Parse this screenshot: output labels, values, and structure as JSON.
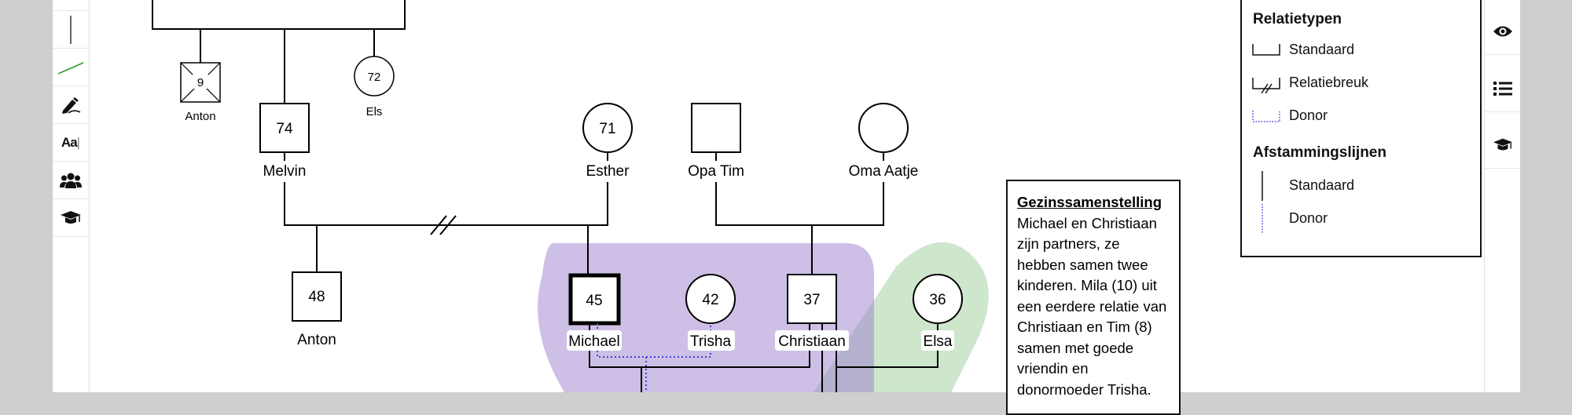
{
  "toolbar": {
    "tools": [
      {
        "name": "line-tool",
        "icon": "vertical-line-icon"
      },
      {
        "name": "green-line-tool",
        "icon": "diagonal-line-icon"
      },
      {
        "name": "pen-tool",
        "icon": "pen-icon"
      },
      {
        "name": "text-tool",
        "icon": "text-icon",
        "label": "Aa"
      },
      {
        "name": "group-tool",
        "icon": "users-icon"
      },
      {
        "name": "education-tool",
        "icon": "graduation-cap-icon"
      }
    ]
  },
  "right_toolbar": {
    "tools": [
      {
        "name": "view-tool",
        "icon": "eye-icon"
      },
      {
        "name": "list-tool",
        "icon": "list-icon"
      },
      {
        "name": "education-tool",
        "icon": "graduation-cap-icon"
      }
    ]
  },
  "colors": {
    "purple_group": "#cdbfe5",
    "green_group": "#cde6cc",
    "donor_line": "#4040e0"
  },
  "people": {
    "anton_child": {
      "age": "9",
      "name": "Anton"
    },
    "els": {
      "age": "72",
      "name": "Els"
    },
    "melvin": {
      "age": "74",
      "name": "Melvin"
    },
    "esther": {
      "age": "71",
      "name": "Esther"
    },
    "opa_tim": {
      "age": "",
      "name": "Opa Tim"
    },
    "oma_aatje": {
      "age": "",
      "name": "Oma Aatje"
    },
    "anton": {
      "age": "48",
      "name": "Anton"
    },
    "michael": {
      "age": "45",
      "name": "Michael"
    },
    "trisha": {
      "age": "42",
      "name": "Trisha"
    },
    "christiaan": {
      "age": "37",
      "name": "Christiaan"
    },
    "elsa": {
      "age": "36",
      "name": "Elsa"
    }
  },
  "info_box": {
    "title": "Gezinssamenstelling",
    "lines": [
      "Michael en Christiaan",
      "zijn partners, ze",
      "hebben samen twee",
      "kinderen. Mila (10) uit",
      "een eerdere relatie van",
      "Christiaan en Tim (8)",
      "samen met goede",
      "vriendin en",
      "donormoeder Trisha."
    ]
  },
  "legend": {
    "relation_title": "Relatietypen",
    "relation_items": [
      "Standaard",
      "Relatiebreuk",
      "Donor"
    ],
    "descent_title": "Afstammingslijnen",
    "descent_items": [
      "Standaard",
      "Donor"
    ]
  }
}
